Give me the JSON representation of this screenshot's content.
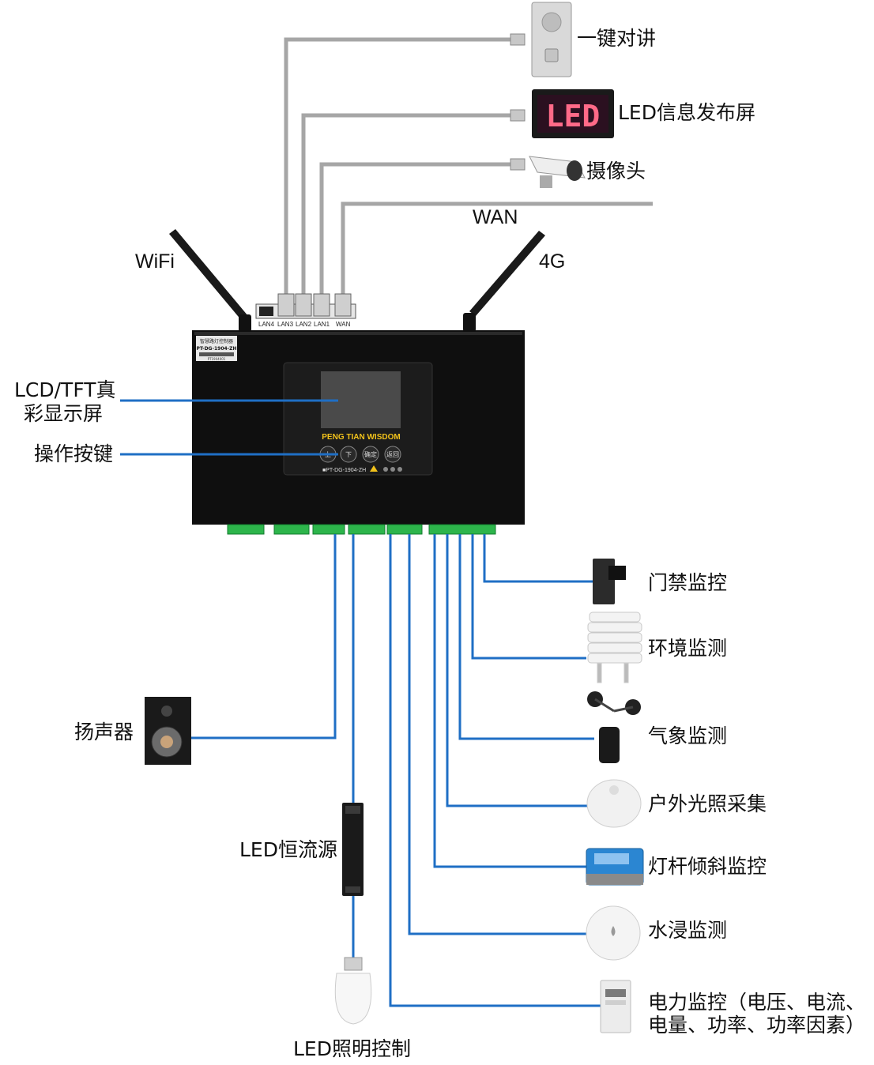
{
  "controller": {
    "nameplate_cn": "智慧路灯控制器",
    "model_label": "PT-DG-1904-ZH",
    "serial_label": "PT1904001",
    "brand": "PENG TIAN WISDOM",
    "panel_model": "■PT-DG-1904-ZH",
    "buttons": [
      "上",
      "下",
      "确定",
      "返回"
    ],
    "ports": [
      "LAN4",
      "LAN3",
      "LAN2",
      "LAN1",
      "WAN"
    ]
  },
  "labels": {
    "intercom": "一键对讲",
    "led_screen": "LED信息发布屏",
    "camera": "摄像头",
    "wan": "WAN",
    "wifi": "WiFi",
    "four_g": "4G",
    "lcd_line1": "LCD/TFT真",
    "lcd_line2": "彩显示屏",
    "keys": "操作按键",
    "door": "门禁监控",
    "environment": "环境监测",
    "weather": "气象监测",
    "light_sensor": "户外光照采集",
    "tilt": "灯杆倾斜监控",
    "water": "水浸监测",
    "power_line1": "电力监控（电压、电流、",
    "power_line2": "电量、功率、功率因素）",
    "speaker": "扬声器",
    "led_driver": "LED恒流源",
    "led_lighting": "LED照明控制"
  },
  "led_sign_text": "LED",
  "colors": {
    "gray_line": "#a6a6a6",
    "blue_line": "#1f6fc5",
    "device_body": "#111111",
    "led_red": "#ff6a88",
    "brand_yellow": "#f2c21b"
  }
}
